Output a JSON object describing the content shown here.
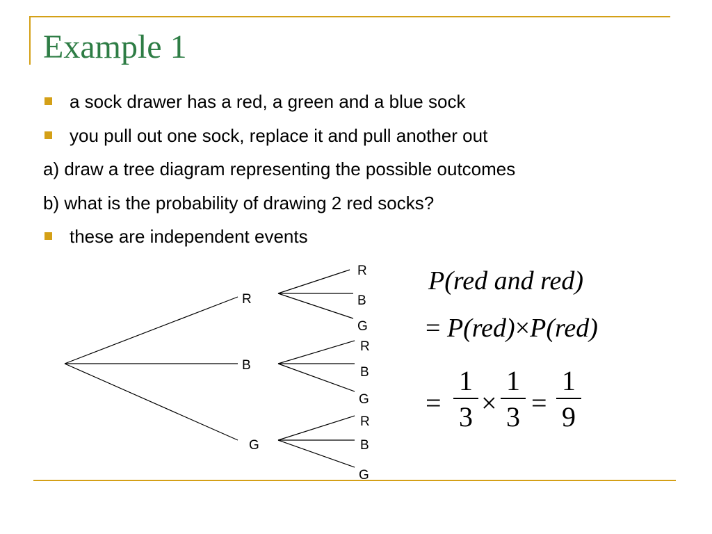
{
  "slide": {
    "title": "Example 1",
    "lines": [
      {
        "text": "a sock drawer has a red, a green and a blue sock",
        "bullet": true
      },
      {
        "text": "you pull out one sock, replace it and pull another out",
        "bullet": true
      },
      {
        "text": "a) draw a tree diagram representing the possible outcomes",
        "bullet": false
      },
      {
        "text": "b) what is the probability of drawing 2 red socks?",
        "bullet": false
      },
      {
        "text": "these are independent events",
        "bullet": true
      }
    ]
  },
  "tree": {
    "first": [
      "R",
      "B",
      "G"
    ],
    "second": [
      [
        "R",
        "B",
        "G"
      ],
      [
        "R",
        "B",
        "G"
      ],
      [
        "R",
        "B",
        "G"
      ]
    ]
  },
  "math": {
    "line1": "P(red  and  red)",
    "line2": {
      "eq": "=",
      "p1": "P(red)",
      "times": "×",
      "p2": "P(red)"
    },
    "line3": {
      "eq1": "=",
      "f1_num": "1",
      "f1_den": "3",
      "times": "×",
      "f2_num": "1",
      "f2_den": "3",
      "eq2": "=",
      "f3_num": "1",
      "f3_den": "9"
    }
  },
  "colors": {
    "accent": "#d4a017",
    "title": "#2e7d45"
  }
}
